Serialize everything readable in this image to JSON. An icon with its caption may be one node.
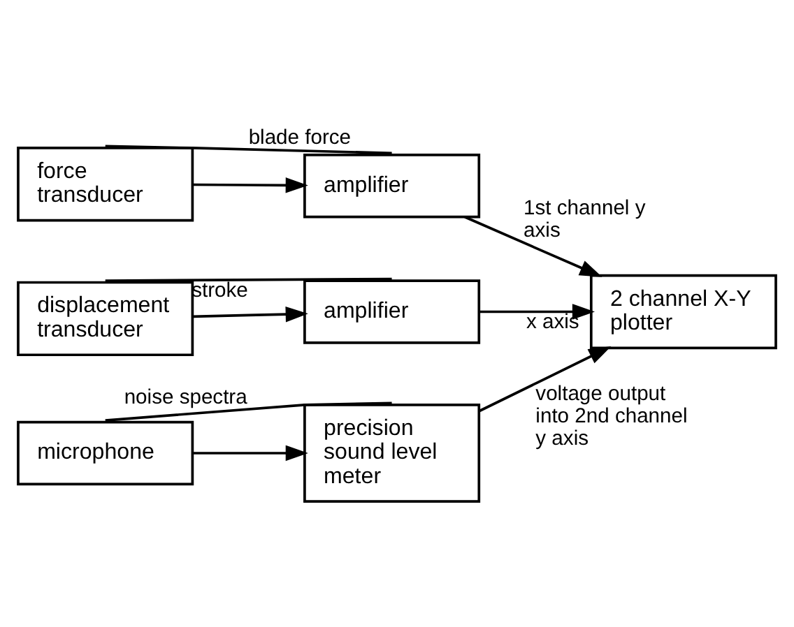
{
  "diagram": {
    "nodes": [
      {
        "text": [
          "force transducer"
        ]
      },
      {
        "text": [
          "amplifier"
        ]
      },
      {
        "text": [
          "displacement transducer"
        ]
      },
      {
        "text": [
          "amplifier"
        ]
      },
      {
        "text": [
          "microphone"
        ]
      },
      {
        "text": [
          "precision sound level meter"
        ]
      },
      {
        "text": [
          "2 channel X-Y plotter"
        ]
      }
    ],
    "edges": [
      {
        "from": 0,
        "to": 1,
        "arrow": "none",
        "label": "blade force"
      },
      {
        "from": 0,
        "to": 1,
        "arrow": "to"
      },
      {
        "from": 1,
        "to": 6,
        "arrow": "to",
        "label": "1st channel y axis"
      },
      {
        "from": 2,
        "to": 3,
        "arrow": "none",
        "label": "stroke"
      },
      {
        "from": 2,
        "to": 3,
        "arrow": "to"
      },
      {
        "from": 3,
        "to": 6,
        "arrow": "to",
        "label": "x axis"
      },
      {
        "from": 4,
        "to": 5,
        "arrow": "none",
        "label": "noise spectra"
      },
      {
        "from": 4,
        "to": 5,
        "arrow": "to"
      },
      {
        "from": 5,
        "to": 6,
        "arrow": "to",
        "label": "voltage output into 2nd channel y axis"
      }
    ]
  }
}
